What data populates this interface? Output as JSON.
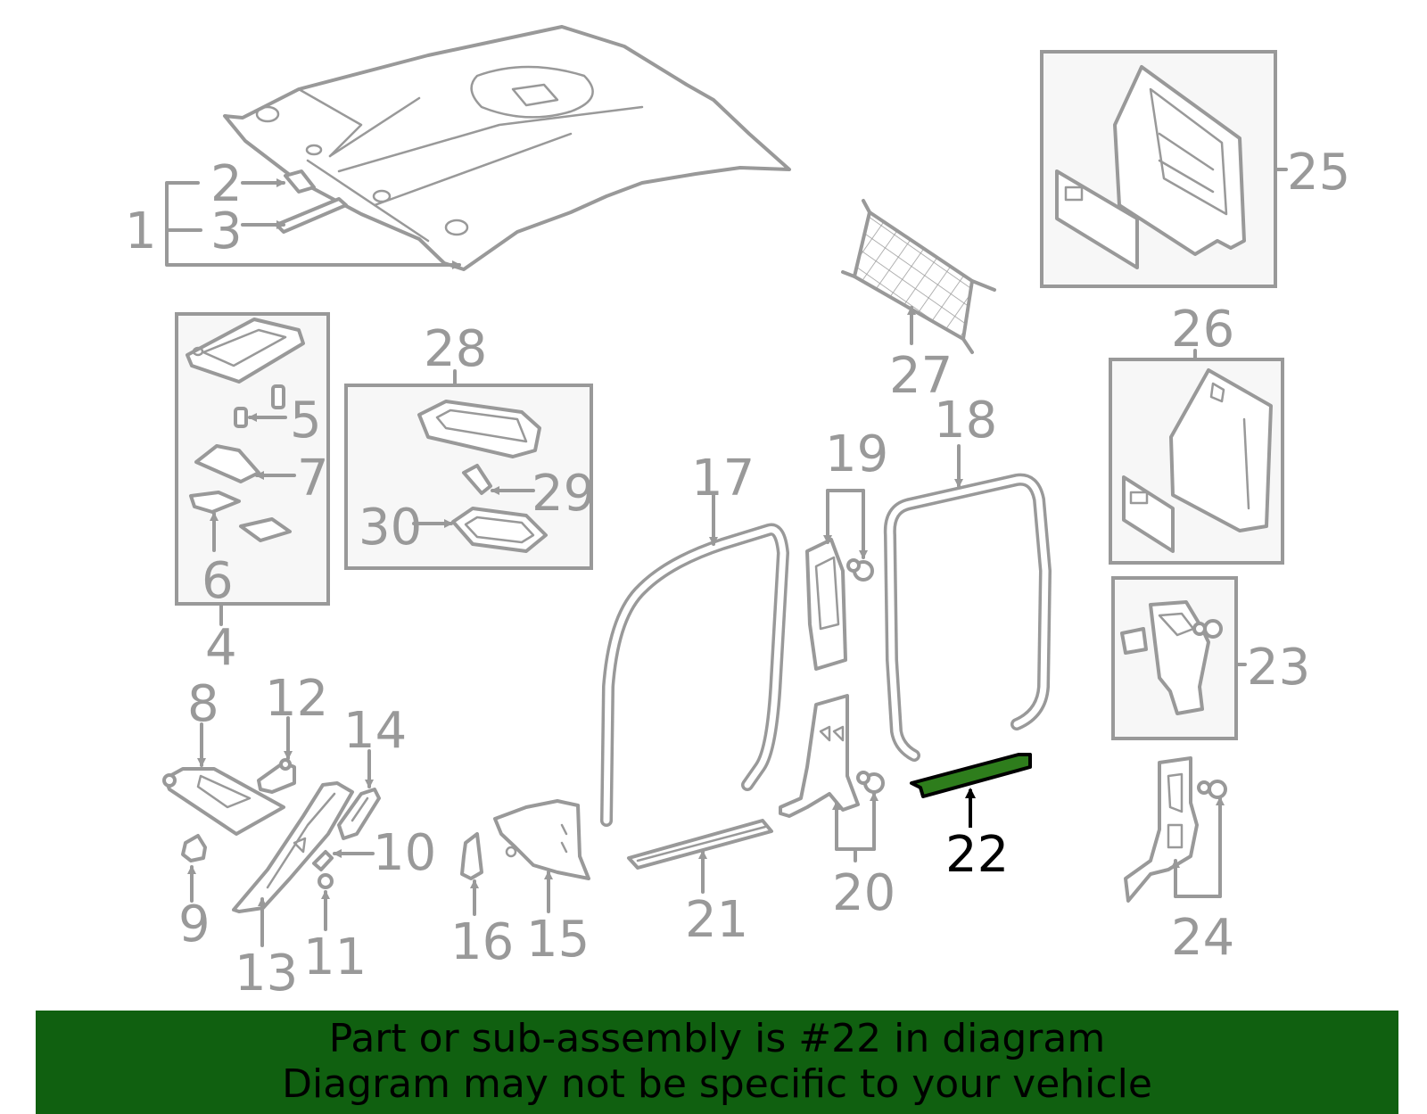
{
  "labels": {
    "p1": "1",
    "p2": "2",
    "p3": "3",
    "p4": "4",
    "p5": "5",
    "p6": "6",
    "p7": "7",
    "p8": "8",
    "p9": "9",
    "p10": "10",
    "p11": "11",
    "p12": "12",
    "p13": "13",
    "p14": "14",
    "p15": "15",
    "p16": "16",
    "p17": "17",
    "p18": "18",
    "p19": "19",
    "p20": "20",
    "p21": "21",
    "p22": "22",
    "p23": "23",
    "p24": "24",
    "p25": "25",
    "p26": "26",
    "p27": "27",
    "p28": "28",
    "p29": "29",
    "p30": "30"
  },
  "highlight": {
    "part": "22",
    "color": "#2e7d1c"
  },
  "banner": {
    "line1": "Part or sub-assembly is #22 in diagram",
    "line2": "Diagram may not be specific to your vehicle",
    "background": "#106010"
  }
}
